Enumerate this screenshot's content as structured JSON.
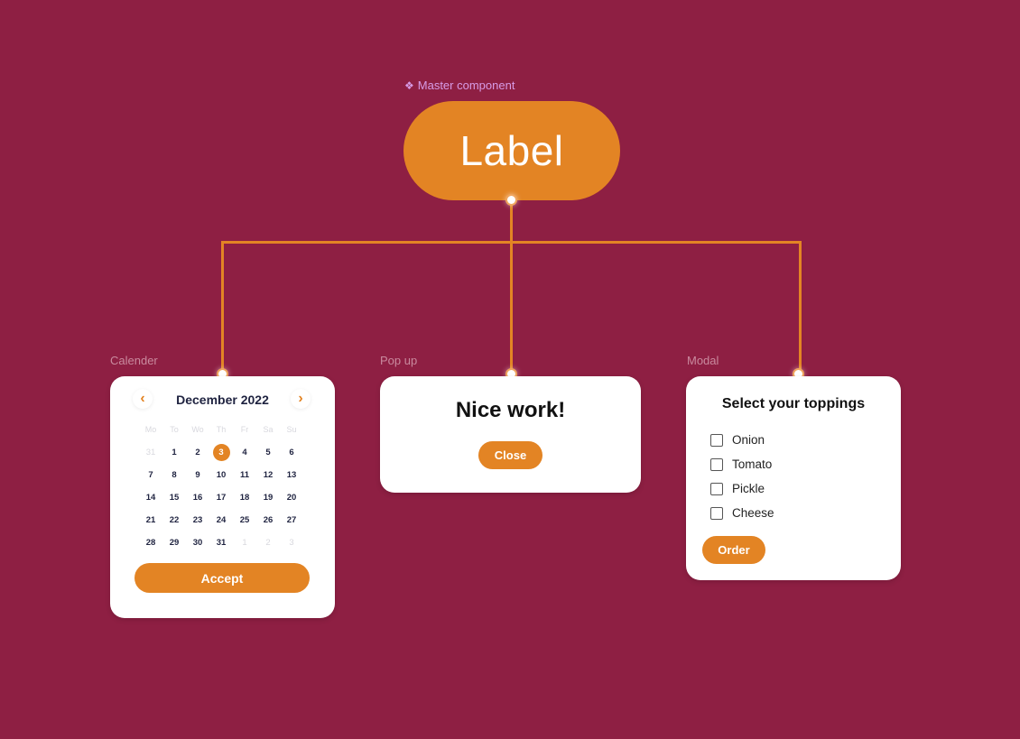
{
  "master": {
    "tag_icon": "component-diamond-icon",
    "tag_label": "Master component",
    "label": "Label"
  },
  "colors": {
    "background": "#8e1f43",
    "accent": "#e38424",
    "tag": "#d79be6"
  },
  "calendar": {
    "section_label": "Calender",
    "title": "December 2022",
    "prev_icon": "‹",
    "next_icon": "›",
    "weekdays": [
      "Mo",
      "To",
      "Wo",
      "Th",
      "Fr",
      "Sa",
      "Su"
    ],
    "days": [
      {
        "d": "31",
        "muted": true
      },
      {
        "d": "1"
      },
      {
        "d": "2"
      },
      {
        "d": "3",
        "selected": true
      },
      {
        "d": "4"
      },
      {
        "d": "5"
      },
      {
        "d": "6"
      },
      {
        "d": "7"
      },
      {
        "d": "8"
      },
      {
        "d": "9"
      },
      {
        "d": "10"
      },
      {
        "d": "11"
      },
      {
        "d": "12"
      },
      {
        "d": "13"
      },
      {
        "d": "14"
      },
      {
        "d": "15"
      },
      {
        "d": "16"
      },
      {
        "d": "17"
      },
      {
        "d": "18"
      },
      {
        "d": "19"
      },
      {
        "d": "20"
      },
      {
        "d": "21"
      },
      {
        "d": "22"
      },
      {
        "d": "23"
      },
      {
        "d": "24"
      },
      {
        "d": "25"
      },
      {
        "d": "26"
      },
      {
        "d": "27"
      },
      {
        "d": "28"
      },
      {
        "d": "29"
      },
      {
        "d": "30"
      },
      {
        "d": "31"
      },
      {
        "d": "1",
        "muted": true
      },
      {
        "d": "2",
        "muted": true
      },
      {
        "d": "3",
        "muted": true
      }
    ],
    "accept_label": "Accept"
  },
  "popup": {
    "section_label": "Pop up",
    "title": "Nice work!",
    "close_label": "Close"
  },
  "modal": {
    "section_label": "Modal",
    "title": "Select your toppings",
    "options": [
      "Onion",
      "Tomato",
      "Pickle",
      "Cheese"
    ],
    "order_label": "Order"
  }
}
